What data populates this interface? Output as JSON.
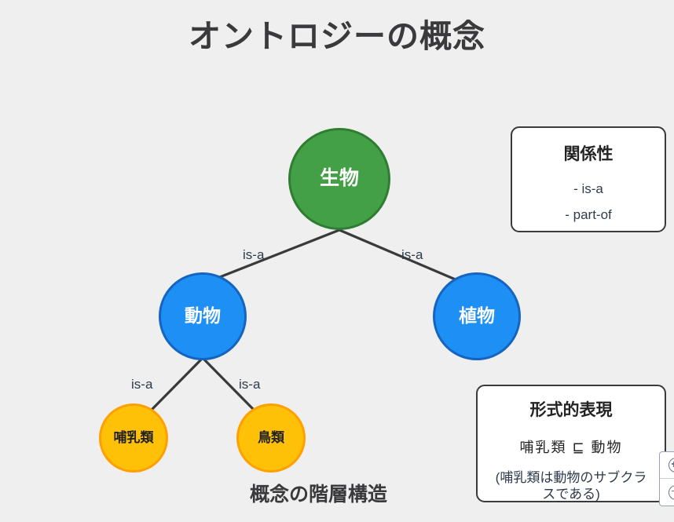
{
  "page": {
    "title": "オントロジーの概念",
    "caption": "概念の階層構造",
    "background_color": "#efefef",
    "title_color": "#3a3a3c"
  },
  "diagram": {
    "type": "hierarchy-tree",
    "nodes": [
      {
        "id": "seibutsu",
        "label": "生物",
        "level": 0,
        "color": "#43a047",
        "border_color": "#2e7d32",
        "text_color": "#ffffff"
      },
      {
        "id": "doubutsu",
        "label": "動物",
        "level": 1,
        "color": "#1e90f5",
        "border_color": "#1565c0",
        "text_color": "#ffffff"
      },
      {
        "id": "shokubutsu",
        "label": "植物",
        "level": 1,
        "color": "#1e90f5",
        "border_color": "#1565c0",
        "text_color": "#ffffff"
      },
      {
        "id": "honyurui",
        "label": "哺乳類",
        "level": 2,
        "color": "#ffc107",
        "border_color": "#ffa000",
        "text_color": "#232323"
      },
      {
        "id": "chourui",
        "label": "鳥類",
        "level": 2,
        "color": "#ffc107",
        "border_color": "#ffa000",
        "text_color": "#232323"
      }
    ],
    "edges": [
      {
        "from": "seibutsu",
        "to": "doubutsu",
        "label": "is-a"
      },
      {
        "from": "seibutsu",
        "to": "shokubutsu",
        "label": "is-a"
      },
      {
        "from": "doubutsu",
        "to": "honyurui",
        "label": "is-a"
      },
      {
        "from": "doubutsu",
        "to": "chourui",
        "label": "is-a"
      }
    ],
    "edge_labels": [
      "is-a",
      "is-a",
      "is-a",
      "is-a"
    ],
    "edge_color": "#3a3a3c"
  },
  "relations_box": {
    "title": "関係性",
    "items": [
      "- is-a",
      "- part-of"
    ]
  },
  "formal_box": {
    "title": "形式的表現",
    "expression": "哺乳類 ⊑ 動物",
    "note": "(哺乳類は動物のサブクラスである)"
  },
  "zoom_controls": {
    "zoom_in_icon": "zoom-in-icon",
    "zoom_out_icon": "zoom-out-icon"
  }
}
